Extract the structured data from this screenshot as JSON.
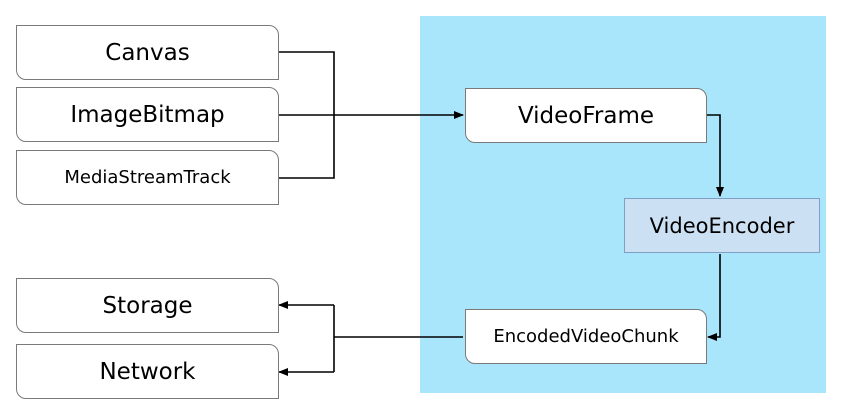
{
  "colors": {
    "panel_background": "#a9e6fc",
    "node_background": "#ffffff",
    "encoder_background": "#cce0f4",
    "node_border": "#7a7a7a",
    "arrow": "#000000"
  },
  "sources": [
    {
      "label": "Canvas"
    },
    {
      "label": "ImageBitmap"
    },
    {
      "label": "MediaStreamTrack"
    }
  ],
  "pipeline": {
    "frame": "VideoFrame",
    "encoder": "VideoEncoder",
    "chunk": "EncodedVideoChunk"
  },
  "sinks": [
    {
      "label": "Storage"
    },
    {
      "label": "Network"
    }
  ]
}
